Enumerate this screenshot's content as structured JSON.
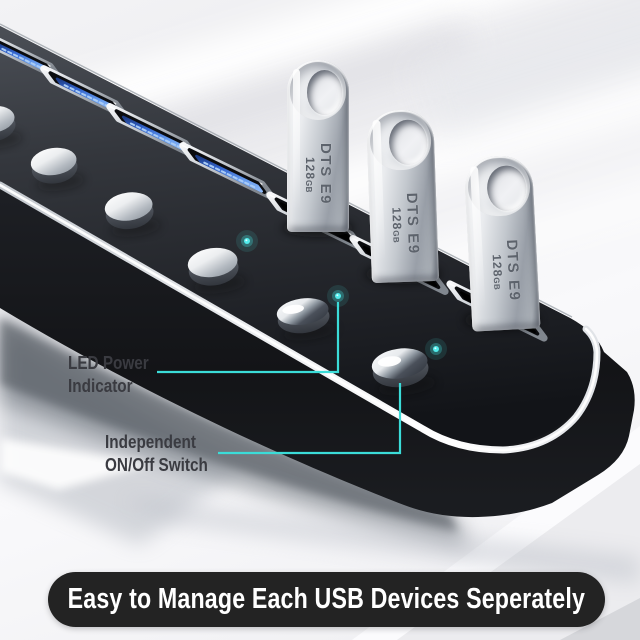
{
  "banner": {
    "text": "Easy to Manage Each USB Devices Seperately",
    "background_color": "#232323",
    "text_color": "#ffffff"
  },
  "callouts": {
    "led_power_indicator": {
      "line1": "LED Power",
      "line2": "Indicator"
    },
    "independent_switch": {
      "line1": "Independent",
      "line2": "ON/Off Switch"
    },
    "connector_line_color": "#3bdcd8",
    "text_color": "#3a3b41"
  },
  "flash_drive": {
    "model": "DTS E9",
    "capacity": "128",
    "capacity_unit": "GB"
  },
  "device_colors": {
    "hub_body": "#1a1c20",
    "usb_port_blue": "#3f7de8",
    "led_indicator": "#4fe8e6",
    "button_silver": "#e8eaed",
    "edge_chamfer": "#ffffff"
  }
}
